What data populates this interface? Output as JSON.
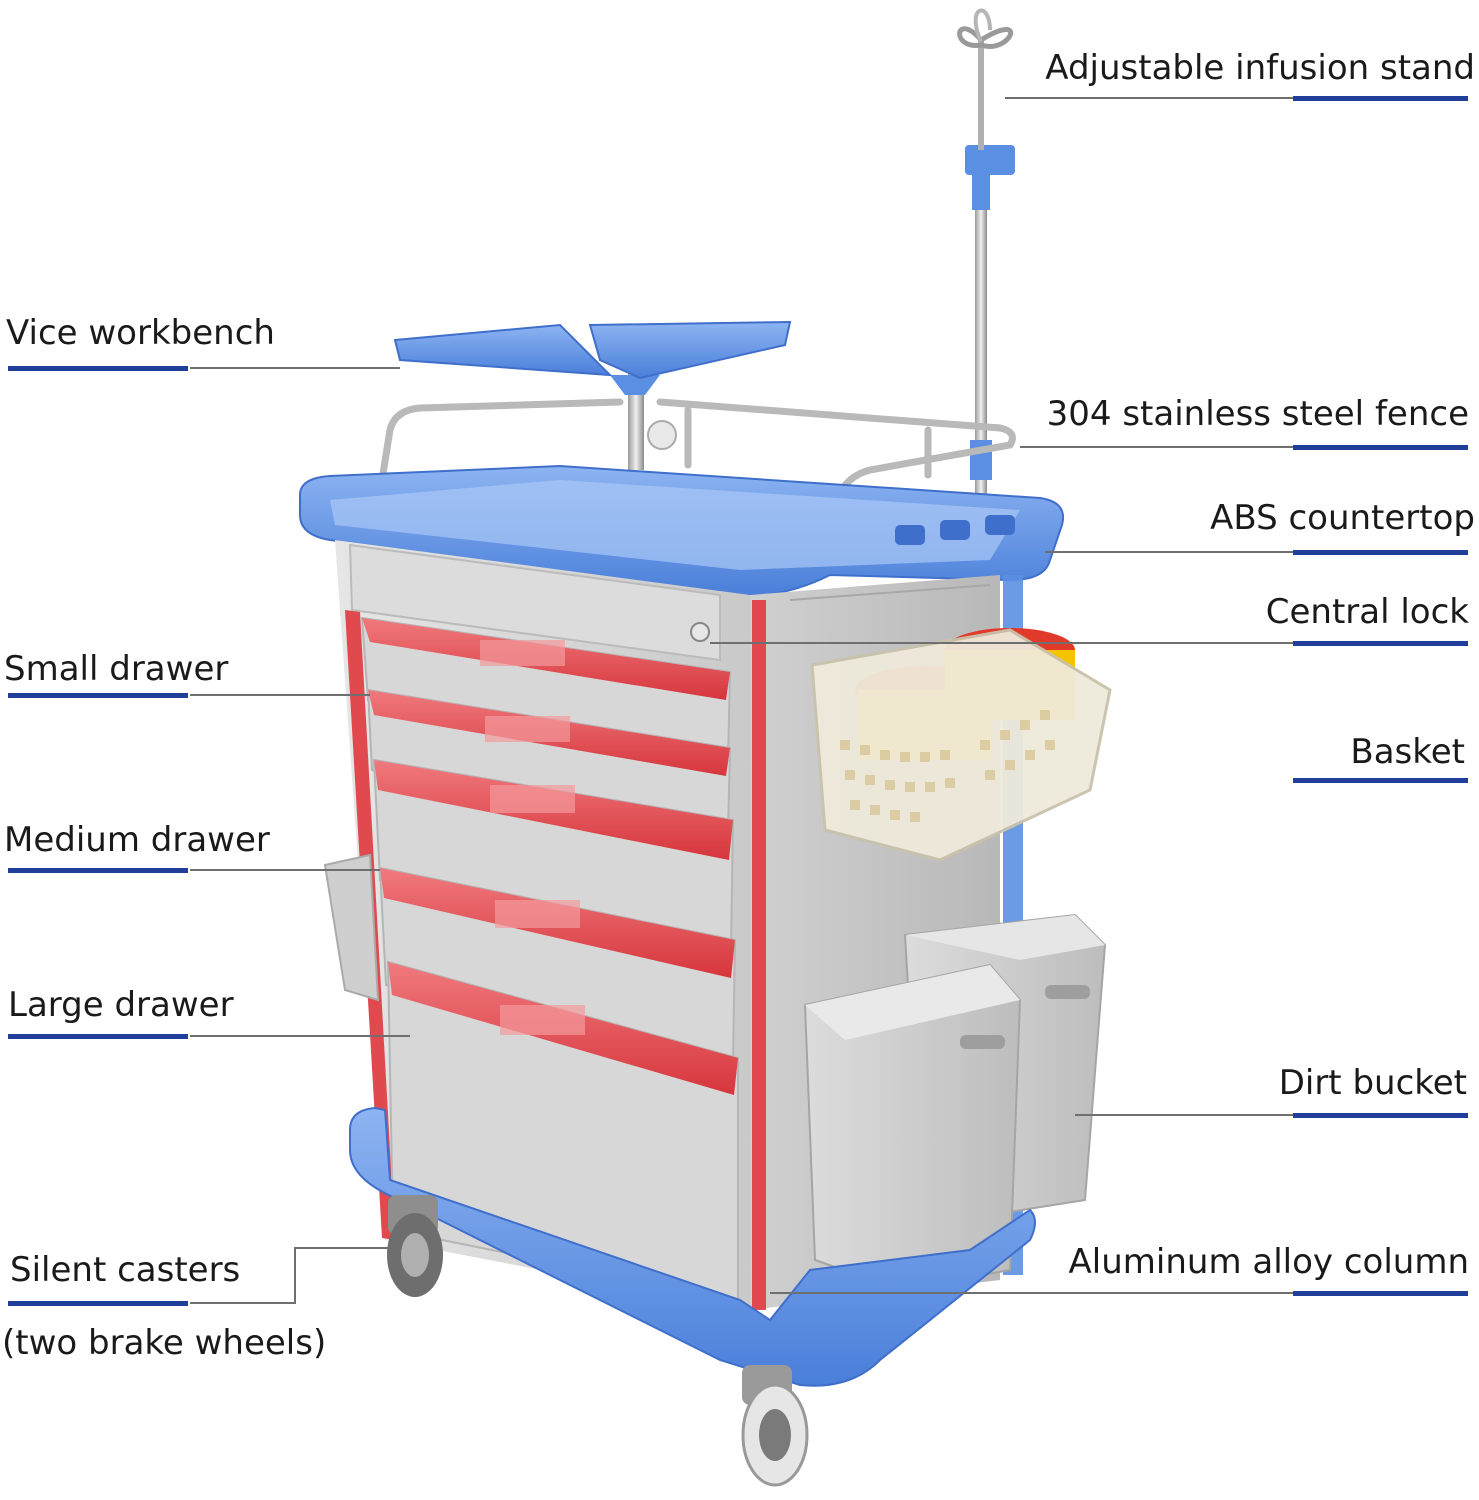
{
  "labels": {
    "infusion_stand": "Adjustable infusion stand",
    "vice_workbench": "Vice workbench",
    "steel_fence": "304 stainless steel fence",
    "abs_countertop": "ABS countertop",
    "central_lock": "Central lock",
    "small_drawer": "Small drawer",
    "basket": "Basket",
    "medium_drawer": "Medium drawer",
    "large_drawer": "Large drawer",
    "dirt_bucket": "Dirt bucket",
    "silent_casters": "Silent casters",
    "casters_note": "(two brake wheels)",
    "aluminum_column": "Aluminum alloy column"
  },
  "colors": {
    "cart_blue": "#5b8fe3",
    "cart_blue_dark": "#3f6fcb",
    "drawer_red": "#e04a4f",
    "drawer_gray": "#d9d9d9",
    "accent_underline": "#1f3f9a",
    "bin_yellow": "#f5c400",
    "bin_lid_red": "#e23a2a"
  }
}
